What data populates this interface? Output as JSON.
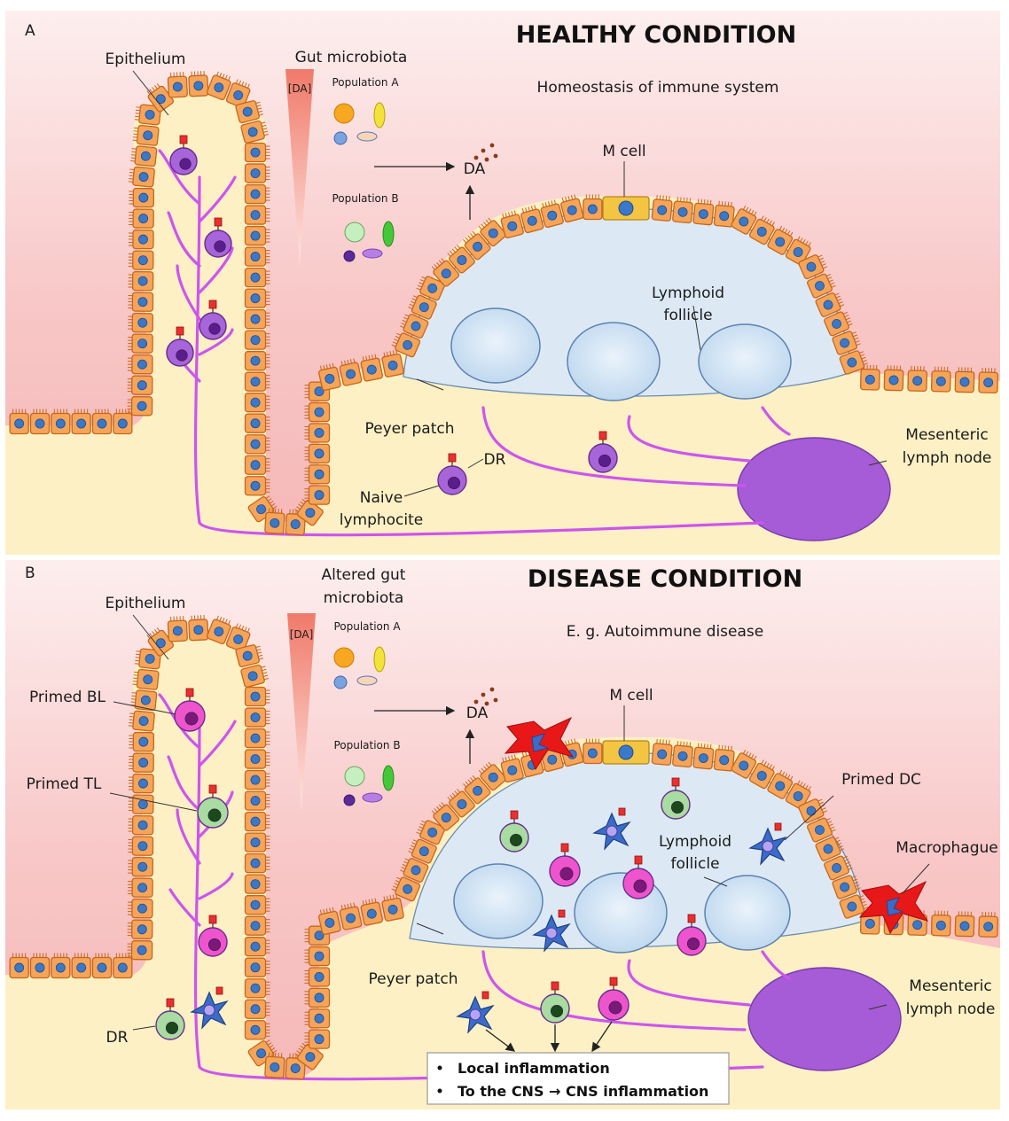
{
  "panel_a": {
    "letter": "A",
    "title": "HEALTHY CONDITION",
    "subtitle": "Homeostasis of immune system",
    "microbiota_label": "Gut microbiota",
    "da_gradient_label": "[DA]",
    "population_a": "Population A",
    "population_b": "Population B",
    "da_label": "DA",
    "epithelium": "Epithelium",
    "m_cell": "M cell",
    "lymphoid_follicle_1": "Lymphoid",
    "lymphoid_follicle_2": "follicle",
    "peyer_patch": "Peyer patch",
    "mesenteric_1": "Mesenteric",
    "mesenteric_2": "lymph node",
    "dr": "DR",
    "naive_1": "Naive",
    "naive_2": "lymphocite"
  },
  "panel_b": {
    "letter": "B",
    "title": "DISEASE CONDITION",
    "subtitle": "E. g. Autoimmune disease",
    "microbiota_label_1": "Altered gut",
    "microbiota_label_2": "microbiota",
    "da_gradient_label": "[DA]",
    "population_a": "Population A",
    "population_b": "Population B",
    "da_label": "DA",
    "epithelium": "Epithelium",
    "m_cell": "M cell",
    "primed_bl": "Primed BL",
    "primed_tl": "Primed TL",
    "primed_dc": "Primed DC",
    "macrophague": "Macrophague",
    "lymphoid_follicle_1": "Lymphoid",
    "lymphoid_follicle_2": "follicle",
    "peyer_patch": "Peyer patch",
    "mesenteric_1": "Mesenteric",
    "mesenteric_2": "lymph node",
    "dr": "DR",
    "outcome_1": "Local inflammation",
    "outcome_2": "To the CNS → CNS inflammation"
  },
  "colors": {
    "epithelial_cell": "#f5a55a",
    "epithelial_border": "#c8661a",
    "nucleus": "#3b78c8",
    "peyer_patch": "#dce9f5",
    "follicle": "#c9def0",
    "lymphatic": "#cc55ee",
    "lymph_node": "#a55cd6",
    "naive_lymphocyte": "#a665d8",
    "primed_bl": "#ee55cc",
    "primed_tl": "#a8dca0",
    "dendritic_cell": "#3a6cc8",
    "macrophage": "#e81818",
    "m_cell": "#f4c542"
  }
}
